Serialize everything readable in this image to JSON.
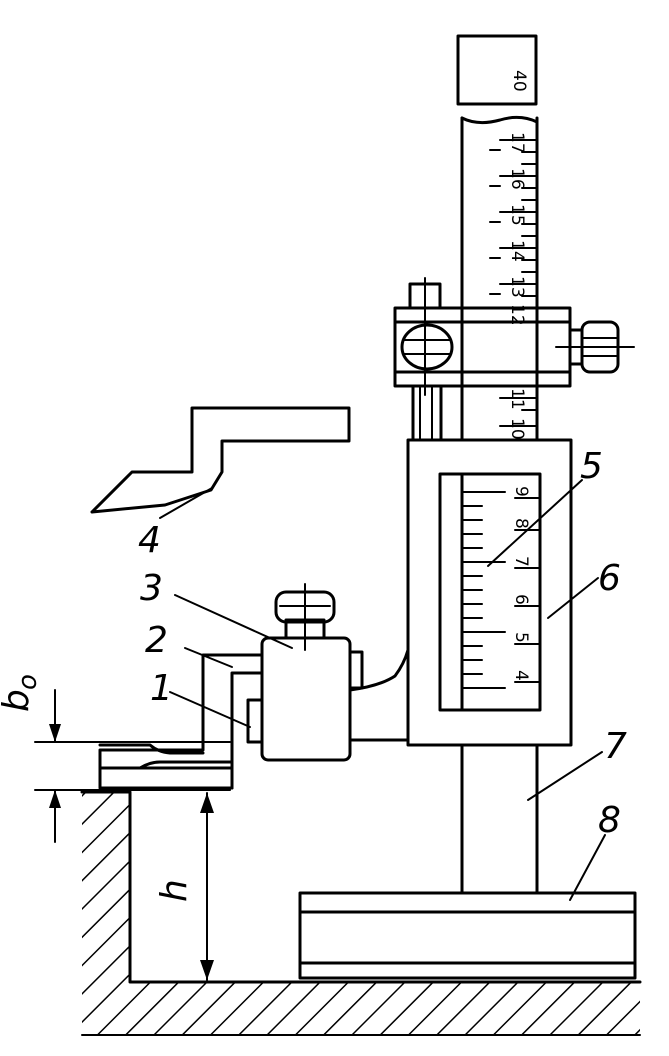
{
  "callouts": {
    "c1": "1",
    "c2": "2",
    "c3": "3",
    "c4": "4",
    "c5": "5",
    "c6": "6",
    "c7": "7",
    "c8": "8"
  },
  "dimensions": {
    "b0": "b",
    "b0_sub": "o",
    "h": "h"
  },
  "scale": {
    "top_cap": "40",
    "beam_numbers": [
      "17",
      "16",
      "15",
      "14",
      "13",
      "12",
      "11",
      "10"
    ],
    "vernier_numbers": [
      "9",
      "8",
      "7",
      "6",
      "5",
      "4"
    ]
  }
}
